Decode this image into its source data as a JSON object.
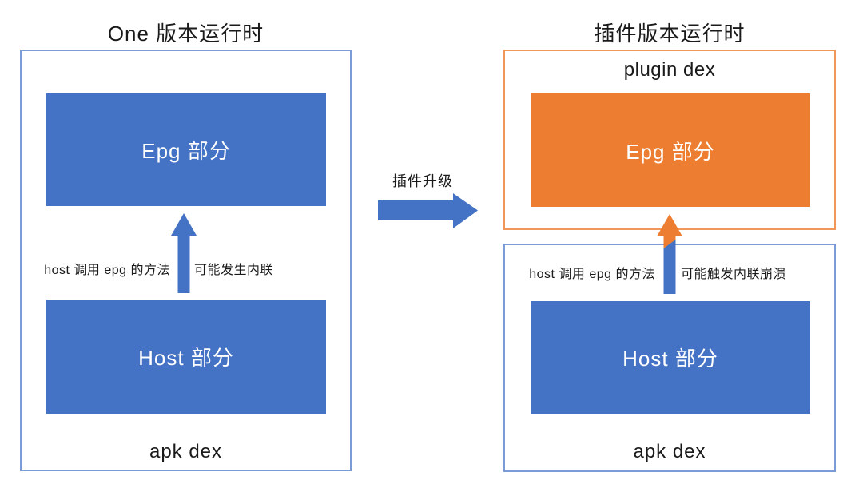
{
  "colors": {
    "blue_fill": "#4472C4",
    "orange_fill": "#ED7D31",
    "blue_border": "#7B9BD6",
    "orange_border": "#F0975A",
    "text": "#1A1A1A",
    "box_text": "#FFFFFF",
    "background": "#FFFFFF"
  },
  "icons": {
    "left_flow": "up-arrow-icon",
    "upgrade": "right-arrow-icon",
    "right_flow": "up-arrow-two-tone-icon"
  },
  "left_panel": {
    "title": "One 版本运行时",
    "epg_label": "Epg 部分",
    "host_label": "Host 部分",
    "arrow_label_left": "host 调用 epg 的方法",
    "arrow_label_right": "可能发生内联",
    "footer": "apk dex"
  },
  "middle": {
    "upgrade_label": "插件升级"
  },
  "right_panel": {
    "title": "插件版本运行时",
    "plugin_dex_label": "plugin dex",
    "epg_label": "Epg 部分",
    "host_label": "Host 部分",
    "arrow_label_left": "host 调用 epg 的方法",
    "arrow_label_right": "可能触发内联崩溃",
    "footer": "apk dex"
  }
}
